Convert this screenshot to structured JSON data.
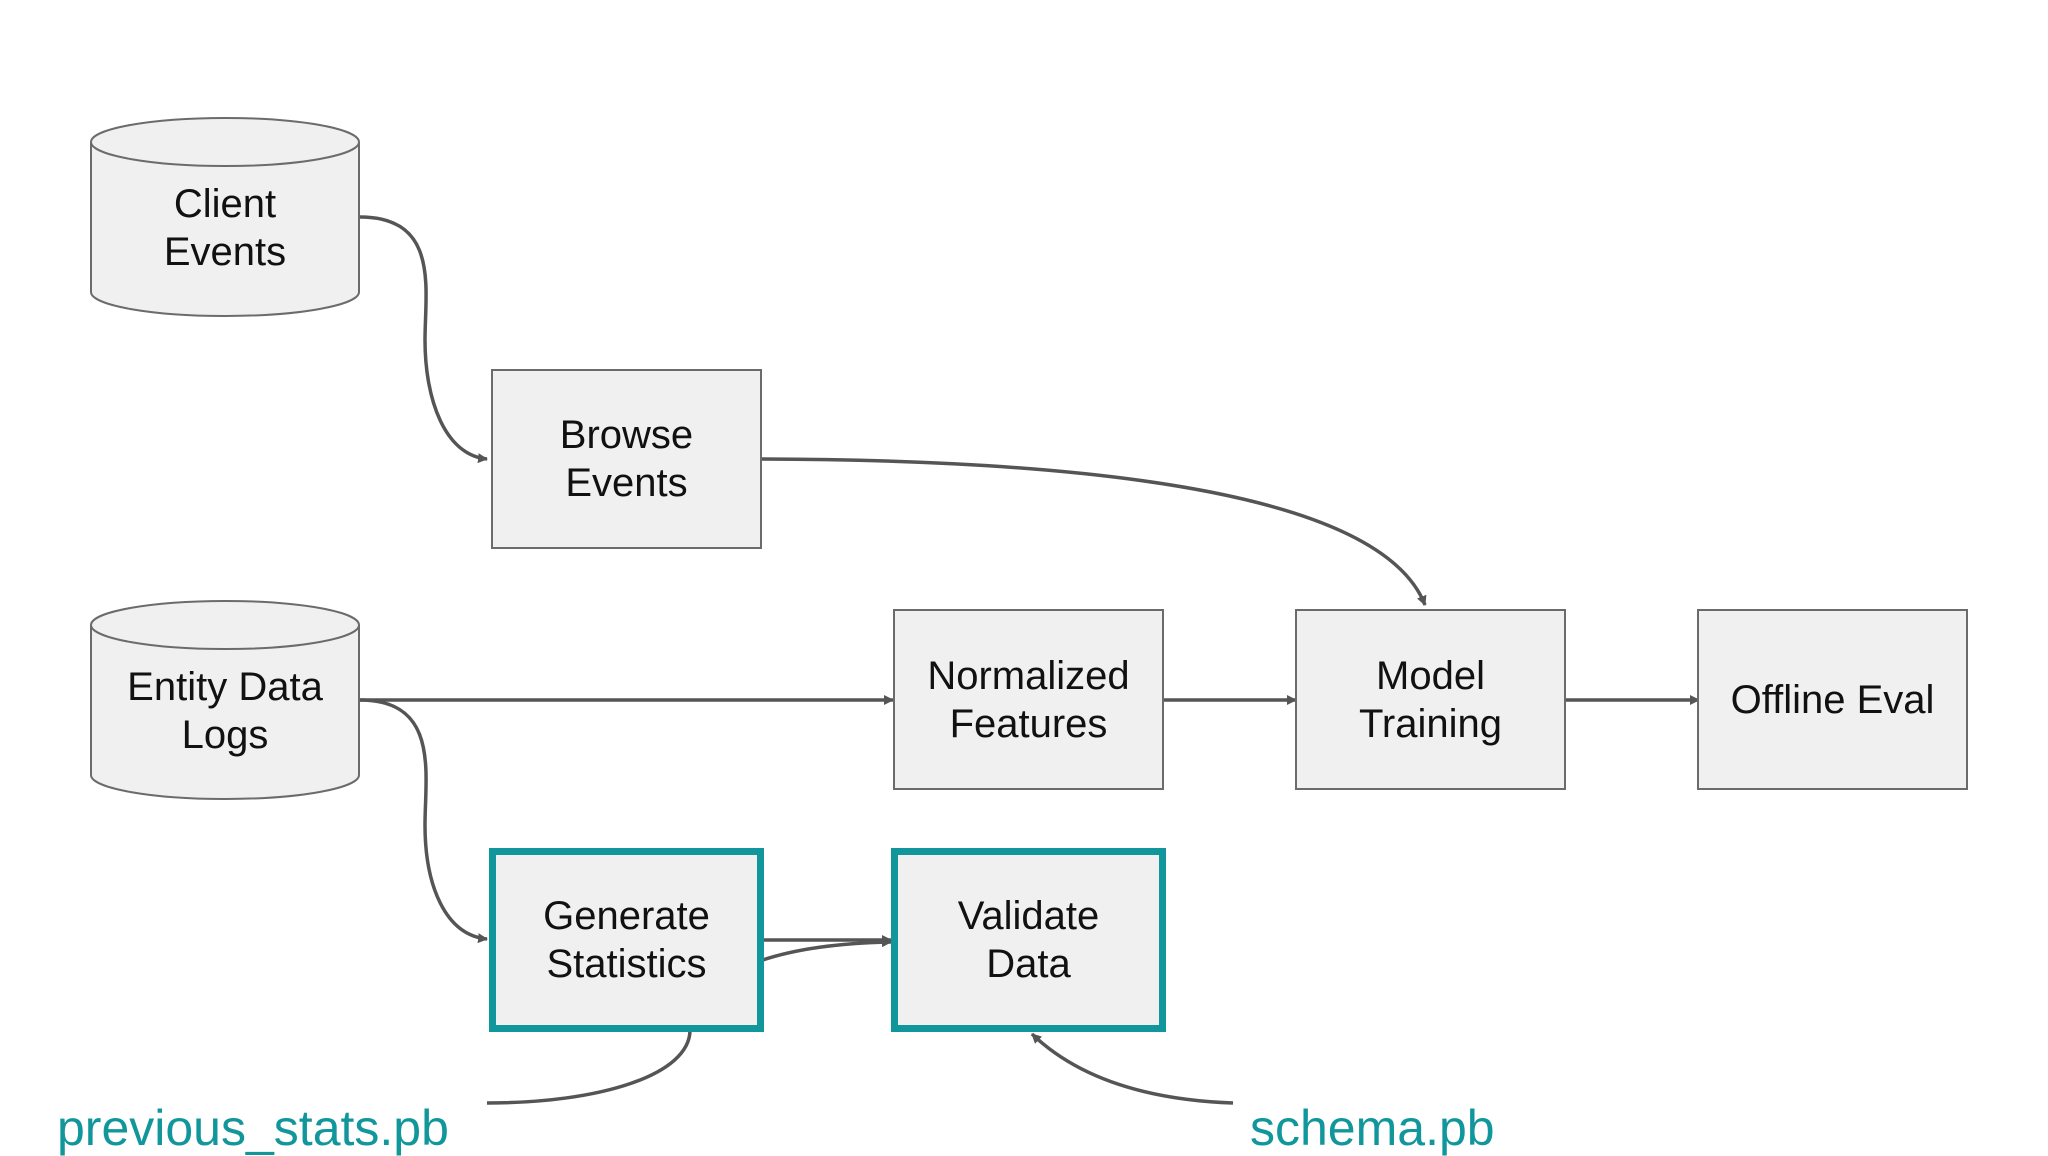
{
  "nodes": {
    "client_events": {
      "label": "Client\nEvents"
    },
    "entity_data_logs": {
      "label": "Entity Data\nLogs"
    },
    "browse_events": {
      "label": "Browse\nEvents"
    },
    "normalized_features": {
      "label": "Normalized\nFeatures"
    },
    "model_training": {
      "label": "Model\nTraining"
    },
    "offline_eval": {
      "label": "Offline Eval"
    },
    "generate_statistics": {
      "label": "Generate\nStatistics"
    },
    "validate_data": {
      "label": "Validate\nData"
    }
  },
  "inputs": {
    "previous_stats": "previous_stats.pb",
    "schema": "schema.pb"
  },
  "colors": {
    "highlight": "#11979b",
    "box_fill": "#f0f0f0",
    "edge": "#555555"
  }
}
